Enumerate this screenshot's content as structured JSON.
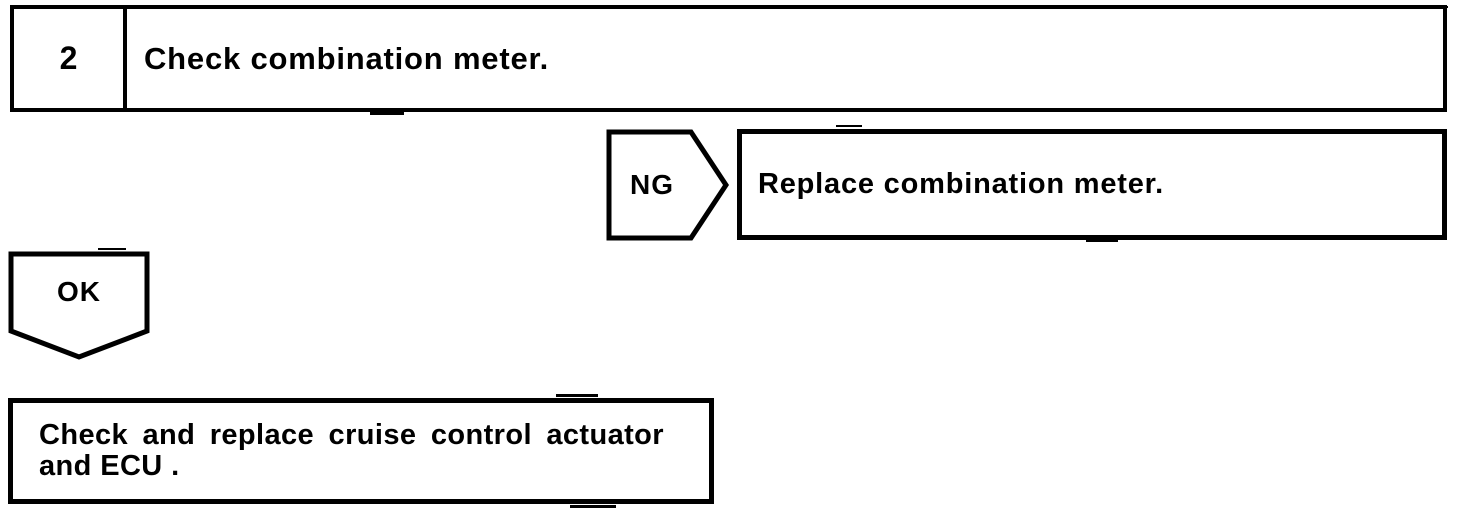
{
  "colors": {
    "ink": "#000000",
    "paper": "#ffffff"
  },
  "step": {
    "number": "2",
    "title": "Check combination meter."
  },
  "ng_branch": {
    "connector_label": "NG",
    "action": "Replace combination meter."
  },
  "ok_branch": {
    "connector_label": "OK"
  },
  "result": {
    "line1": "Check and replace cruise control actuator",
    "line2": "and ECU ."
  }
}
